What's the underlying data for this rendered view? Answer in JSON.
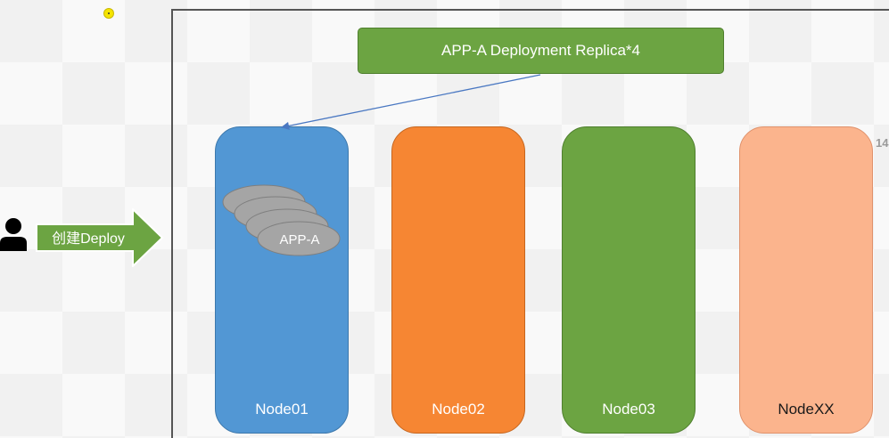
{
  "deployment": {
    "label": "APP-A Deployment Replica*4"
  },
  "action": {
    "label": "创建Deploy"
  },
  "nodes": [
    {
      "name": "Node01",
      "color": "#5297d4"
    },
    {
      "name": "Node02",
      "color": "#f68633"
    },
    {
      "name": "Node03",
      "color": "#6ca442"
    },
    {
      "name": "NodeXX",
      "color": "#fbb48d"
    }
  ],
  "pods": {
    "label": "APP-A",
    "count": 4
  },
  "page": {
    "number_fragment": "14"
  },
  "icons": {
    "user": "person-icon",
    "arrow": "right-arrow-icon",
    "pointer": "pointer-dot-icon"
  }
}
